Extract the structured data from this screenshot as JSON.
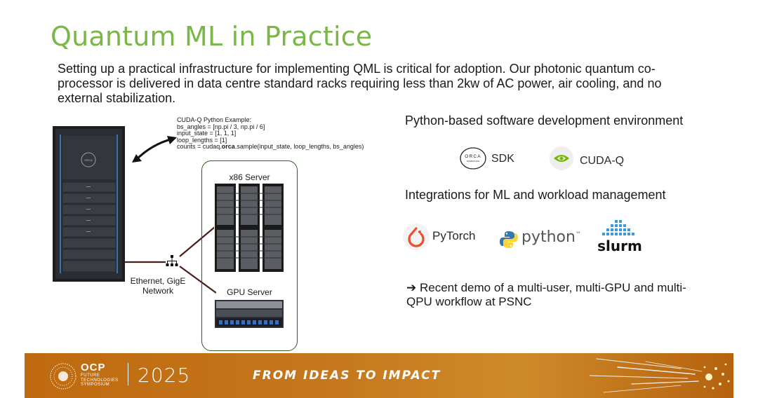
{
  "slide": {
    "title": "Quantum ML in Practice",
    "intro": "Setting up a practical infrastructure for implementing QML is critical for adoption. Our photonic quantum co-processor is delivered in data centre standard racks requiring less than 2kw of AC power, air cooling, and no external stabilization."
  },
  "code_example": {
    "heading": "CUDA-Q Python Example:",
    "line1": "bs_angles = [np.pi / 3, np.pi / 6]",
    "line2": "input_state = [1, 1, 1]",
    "line3": "loop_lengths = [1]",
    "line4_prefix": "counts = cudaq.",
    "line4_bold": "orca",
    "line4_suffix": ".sample(input_state, loop_lengths, bs_angles)"
  },
  "diagram": {
    "x86_label": "x86 Server",
    "gpu_label": "GPU Server",
    "network_label_1": "Ethernet, GigE",
    "network_label_2": "Network"
  },
  "software": {
    "heading": "Python-based software development environment",
    "orca_logo_text_1": "ORCA",
    "orca_logo_text_2": "COMPUTING",
    "sdk_label": "SDK",
    "cudaq_label": "CUDA-Q"
  },
  "integrations": {
    "heading": "Integrations for ML and workload management",
    "pytorch_label": "PyTorch",
    "python_label": "python",
    "python_tm": "™",
    "slurm_label": "slurm"
  },
  "demo": {
    "arrow": "➔",
    "text": "Recent demo of a multi-user, multi-GPU and multi-QPU workflow at PSNC"
  },
  "footer": {
    "ocp": "OCP",
    "ocp_sub_1": "FUTURE",
    "ocp_sub_2": "TECHNOLOGIES",
    "ocp_sub_3": "SYMPOSIUM",
    "year": "2025",
    "tagline": "FROM IDEAS TO IMPACT"
  },
  "colors": {
    "title_green": "#7ab648",
    "footer_orange": "#c4761a",
    "box_border": "#2f5b1e",
    "line_brown": "#4a1e1a"
  }
}
